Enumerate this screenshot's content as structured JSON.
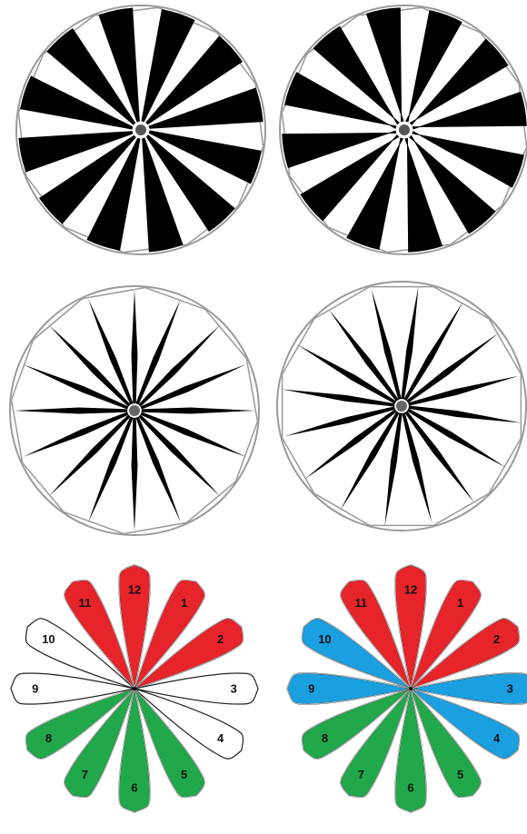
{
  "figure": {
    "panels": [
      {
        "id": "a",
        "kind": "pinwheel",
        "swirl": 1
      },
      {
        "id": "b",
        "kind": "pinwheel",
        "swirl": -1
      },
      {
        "id": "c",
        "kind": "starburst",
        "rotation": 0
      },
      {
        "id": "d",
        "kind": "starburst",
        "rotation": 1
      },
      {
        "id": "e",
        "kind": "petals",
        "scheme": "left"
      },
      {
        "id": "f",
        "kind": "petals",
        "scheme": "right"
      }
    ],
    "petal_labels": [
      "1",
      "2",
      "3",
      "4",
      "5",
      "6",
      "7",
      "8",
      "9",
      "10",
      "11",
      "12"
    ],
    "petal_colors_left": [
      "red",
      "red",
      "white",
      "white",
      "green",
      "green",
      "green",
      "green",
      "white",
      "white",
      "red",
      "red"
    ],
    "petal_colors_right": [
      "red",
      "red",
      "blue",
      "blue",
      "green",
      "green",
      "green",
      "green",
      "blue",
      "blue",
      "red",
      "red"
    ],
    "colors": {
      "red": "#e8242b",
      "green": "#21a84a",
      "blue": "#1aa0e0",
      "white": "#ffffff",
      "black": "#000000",
      "outline": "#9a9a9a"
    }
  }
}
